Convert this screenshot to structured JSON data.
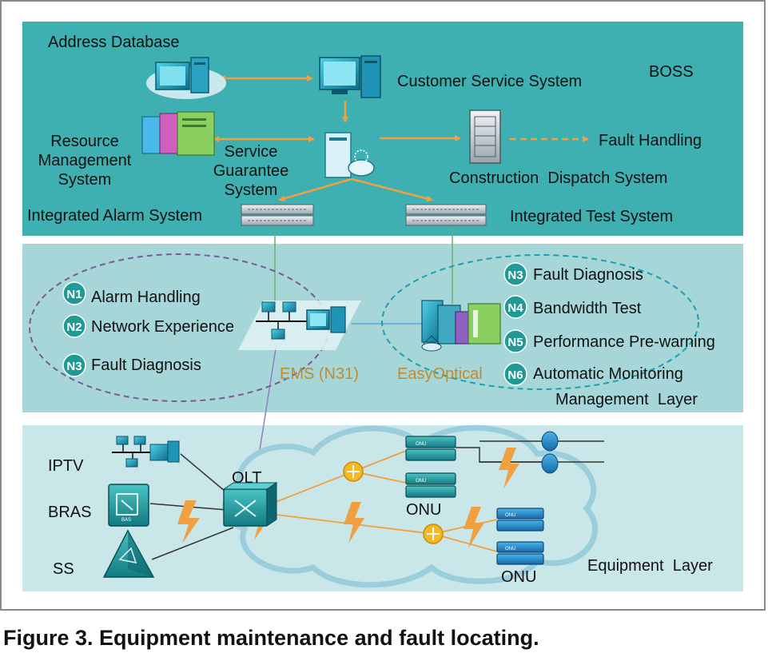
{
  "caption": "Figure 3. Equipment maintenance and fault locating.",
  "colors": {
    "boss_bg": "#3fb0b1",
    "management_bg": "#a6d6d8",
    "equipment_bg": "#c9e6e8",
    "orange": "#f0a040",
    "teal_badge": "#1f9a96",
    "green_line": "#6ab06a",
    "purple_line": "#9080c0"
  },
  "boss_layer": {
    "label": "BOSS",
    "address_database": "Address Database",
    "customer_service_system": "Customer Service System",
    "resource_management_system": [
      "Resource",
      "Management",
      "System"
    ],
    "service_guarantee_system": [
      "Service",
      "Guarantee",
      "System"
    ],
    "fault_handling": "Fault Handling",
    "construction_dispatch_system": "Construction  Dispatch System",
    "integrated_alarm_system": "Integrated Alarm System",
    "integrated_test_system": "Integrated Test System"
  },
  "management_layer": {
    "label": "Management  Layer",
    "ems_label": "EMS (N31)",
    "easyoptical_label": "EasyOptical",
    "ems_items": [
      {
        "badge": "N1",
        "text": "Alarm Handling"
      },
      {
        "badge": "N2",
        "text": "Network Experience"
      },
      {
        "badge": "N3",
        "text": "Fault Diagnosis"
      }
    ],
    "easyoptical_items": [
      {
        "badge": "N3",
        "text": "Fault Diagnosis"
      },
      {
        "badge": "N4",
        "text": "Bandwidth Test"
      },
      {
        "badge": "N5",
        "text": "Performance Pre-warning"
      },
      {
        "badge": "N6",
        "text": "Automatic Monitoring"
      }
    ]
  },
  "equipment_layer": {
    "label": "Equipment  Layer",
    "iptv": "IPTV",
    "bras": "BRAS",
    "ss": "SS",
    "olt": "OLT",
    "onu_1": "ONU",
    "onu_2": "ONU",
    "device_tag_onu": "ONU",
    "device_tag_bras": "BAS"
  }
}
